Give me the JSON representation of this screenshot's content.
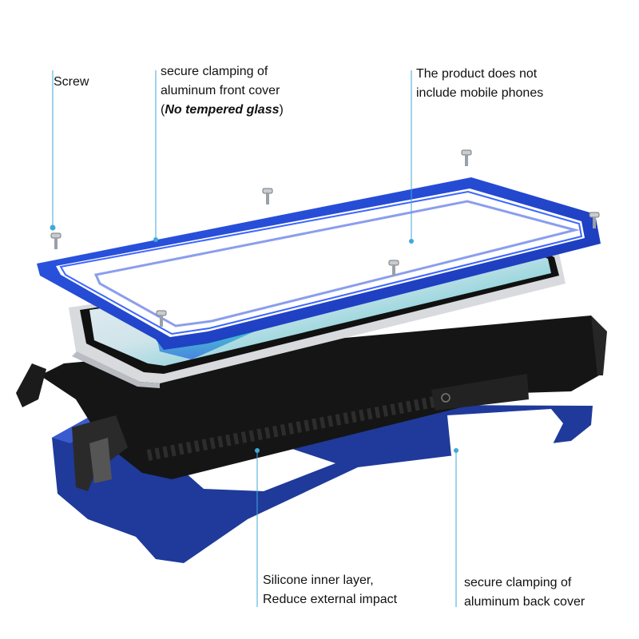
{
  "labels": {
    "screw": "Screw",
    "front_cover_line1": "secure clamping of",
    "front_cover_line2": "aluminum front cover",
    "front_cover_paren_open": "(",
    "front_cover_note": "No tempered glass",
    "front_cover_paren_close": ")",
    "no_phone_line1": "The product does not",
    "no_phone_line2": "include mobile phones",
    "silicone_line1": "Silicone inner layer,",
    "silicone_line2": "Reduce external impact",
    "back_cover_line1": "secure clamping of",
    "back_cover_line2": "aluminum back cover"
  },
  "colors": {
    "callout_line": "#3fa9d9",
    "frame_blue": "#1c3fd0",
    "back_blue": "#1f3a9a",
    "silicone_black": "#151515",
    "phone_silver": "#d8dadd"
  },
  "icons": [
    "screw-icon",
    "callout-dot-icon"
  ]
}
